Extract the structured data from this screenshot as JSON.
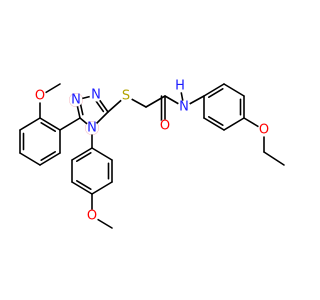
{
  "colors": {
    "bond": "#000000",
    "nitrogen": "#1a1aff",
    "oxygen": "#ff0000",
    "sulfur": "#b2a300",
    "highlight": "#f2a8b2",
    "background": "#ffffff"
  },
  "atom_labels": {
    "o_methoxy_phenyl": "O",
    "n1_triazole": "N",
    "n2_triazole": "N",
    "n4_triazole": "N",
    "s_thioether": "S",
    "o_carbonyl": "O",
    "nh_amide": "N",
    "h_amide": "H",
    "o_ethoxy": "O",
    "o_methoxy_anisyl": "O"
  }
}
